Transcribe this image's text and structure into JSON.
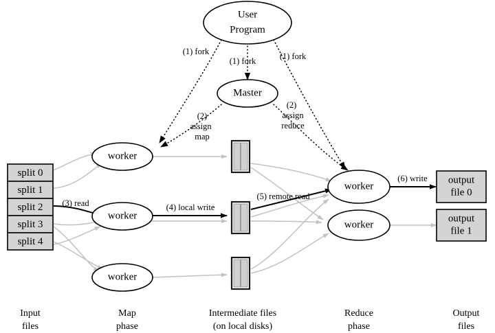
{
  "diagram": {
    "title": "MapReduce Execution Overview",
    "background_color": "#ffffff",
    "node_fill": "#ffffff",
    "box_fill": "#d4d4d4",
    "gray_edge_color": "#c2c2c2",
    "black_edge_color": "#000000"
  },
  "nodes": {
    "user_program": {
      "label_line1": "User",
      "label_line2": "Program"
    },
    "master": {
      "label": "Master"
    },
    "map_workers": [
      {
        "label": "worker"
      },
      {
        "label": "worker"
      },
      {
        "label": "worker"
      }
    ],
    "reduce_workers": [
      {
        "label": "worker"
      },
      {
        "label": "worker"
      }
    ]
  },
  "input_files": {
    "splits": [
      {
        "label": "split 0"
      },
      {
        "label": "split 1"
      },
      {
        "label": "split 2"
      },
      {
        "label": "split 3"
      },
      {
        "label": "split 4"
      }
    ]
  },
  "intermediate_files": {
    "count": 3,
    "panes_per_box": 2
  },
  "output_files": [
    {
      "label_line1": "output",
      "label_line2": "file 0"
    },
    {
      "label_line1": "output",
      "label_line2": "file 1"
    }
  ],
  "edge_labels": {
    "fork_left": "(1) fork",
    "fork_center": "(1) fork",
    "fork_right": "(1) fork",
    "assign_map_line1": "(2)",
    "assign_map_line2": "assign",
    "assign_map_line3": "map",
    "assign_reduce_line1": "(2)",
    "assign_reduce_line2": "assign",
    "assign_reduce_line3": "reduce",
    "read": "(3) read",
    "local_write": "(4) local write",
    "remote_read": "(5) remote read",
    "write": "(6) write"
  },
  "captions": [
    {
      "line1": "Input",
      "line2": "files"
    },
    {
      "line1": "Map",
      "line2": "phase"
    },
    {
      "line1": "Intermediate files",
      "line2": "(on local disks)"
    },
    {
      "line1": "Reduce",
      "line2": "phase"
    },
    {
      "line1": "Output",
      "line2": "files"
    }
  ]
}
